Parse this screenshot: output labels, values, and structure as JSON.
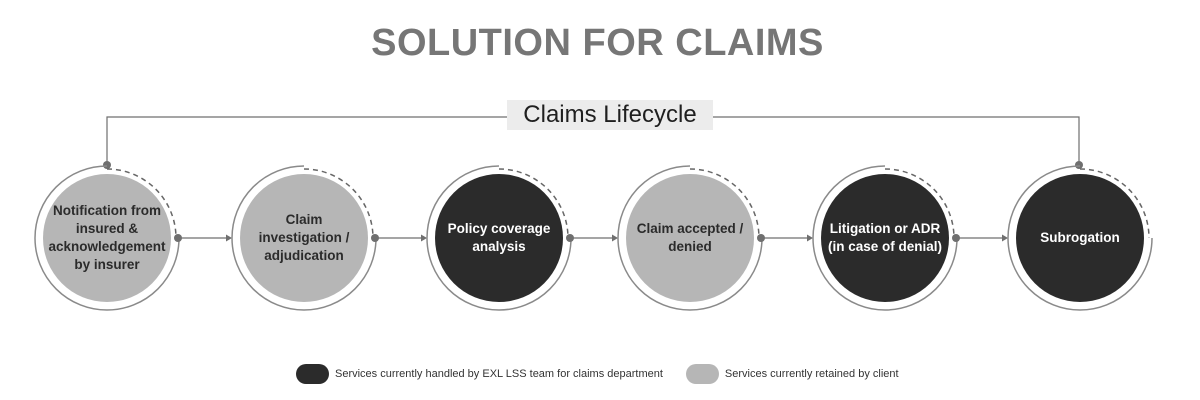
{
  "title": "SOLUTION FOR CLAIMS",
  "lifecycle_label": "Claims Lifecycle",
  "colors": {
    "exl": "#2b2b2b",
    "client": "#b6b6b6",
    "connector": "#6f6f6f",
    "dashed_ring": "#666666",
    "outer_ring": "#8a8a8a"
  },
  "stages": [
    {
      "label": "Notification from insured & acknowledgement by insurer",
      "handled_by": "client"
    },
    {
      "label": "Claim investigation / adjudication",
      "handled_by": "client"
    },
    {
      "label": "Policy coverage analysis",
      "handled_by": "exl"
    },
    {
      "label": "Claim accepted / denied",
      "handled_by": "client"
    },
    {
      "label": "Litigation or ADR (in case of denial)",
      "handled_by": "exl"
    },
    {
      "label": "Subrogation",
      "handled_by": "exl"
    }
  ],
  "legend": [
    {
      "label": "Services currently handled by EXL LSS team for claims department",
      "type": "exl"
    },
    {
      "label": "Services currently retained by client",
      "type": "client"
    }
  ]
}
